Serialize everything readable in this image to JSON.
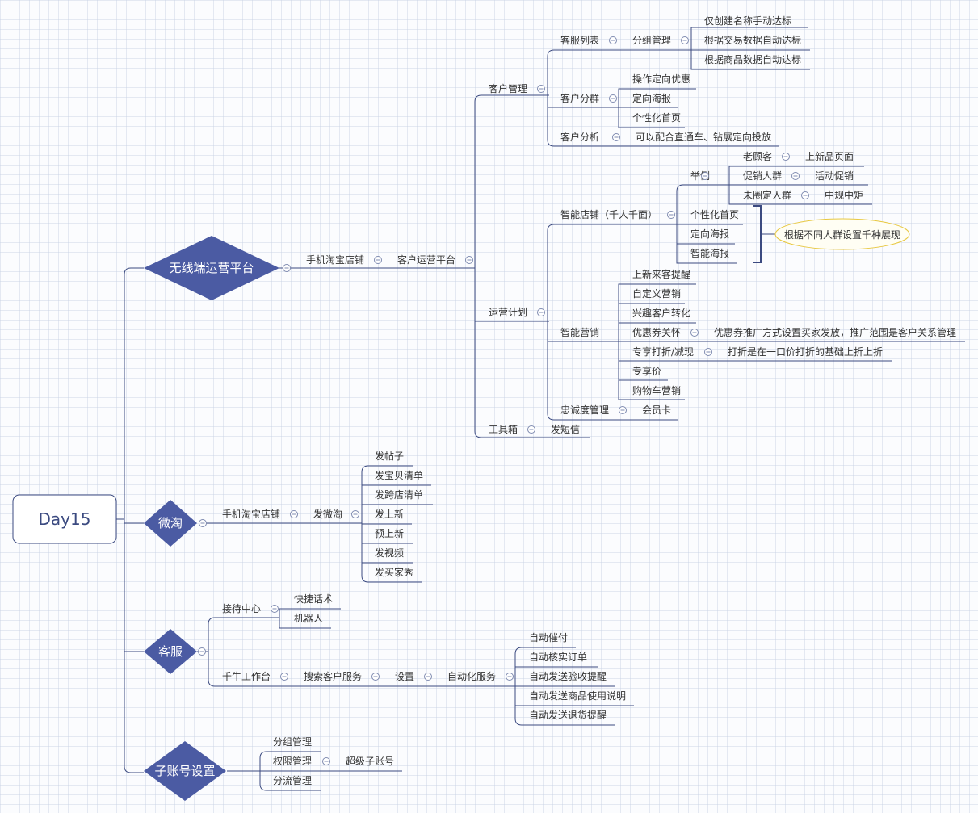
{
  "root": "Day15",
  "main": {
    "wireless": "无线端运营平台",
    "weitao": "微淘",
    "kefu": "客服",
    "subaccount": "子账号设置"
  },
  "labels": {
    "mobile_shop": "手机淘宝店铺",
    "customer_platform": "客户运营平台",
    "customer_mgmt": "客户管理",
    "customer_list": "客服列表",
    "group_mgmt": "分组管理",
    "only_create_name": "仅创建名称手动达标",
    "by_trade_data": "根据交易数据自动达标",
    "by_goods_data": "根据商品数据自动达标",
    "customer_segment": "客户分群",
    "targeted_discount": "操作定向优惠",
    "targeted_poster": "定向海报",
    "personal_home": "个性化首页",
    "customer_analysis": "客户分析",
    "ztc_note": "可以配合直通车、钻展定向投放",
    "ops_plan": "运营计划",
    "smart_shop": "智能店铺（千人千面）",
    "example": "举例",
    "old_customer": "老顾客",
    "new_product_page": "上新品页面",
    "promo_group": "促销人群",
    "activity_promo": "活动促销",
    "undefined_group": "未圈定人群",
    "moderate": "中规中矩",
    "smart_poster": "智能海报",
    "callout": "根据不同人群设置千种展现",
    "smart_marketing": "智能营销",
    "new_visitor": "上新来客提醒",
    "custom_marketing": "自定义营销",
    "interest_convert": "兴趣客户转化",
    "coupon_care": "优惠券关怀",
    "coupon_note": "优惠券推广方式设置买家发放，推广范围是客户关系管理",
    "exclusive_discount": "专享打折/减现",
    "discount_note": "打折是在一口价打折的基础上折上折",
    "exclusive_price": "专享价",
    "cart_marketing": "购物车营销",
    "loyalty": "忠诚度管理",
    "member_card": "会员卡",
    "toolbox": "工具箱",
    "send_sms": "发短信",
    "mobile_shop2": "手机淘宝店铺",
    "post_weitao": "发微淘",
    "post_topic": "发帖子",
    "post_item_list": "发宝贝清单",
    "post_cross_list": "发跨店清单",
    "post_new": "发上新",
    "pre_new": "预上新",
    "post_video": "发视频",
    "post_buyer_show": "发买家秀",
    "reception": "接待中心",
    "quick_phrases": "快捷话术",
    "robot": "机器人",
    "qianniu": "千牛工作台",
    "search_service": "搜索客户服务",
    "settings": "设置",
    "auto_service": "自动化服务",
    "auto_urge_pay": "自动催付",
    "auto_verify_order": "自动核实订单",
    "auto_receipt_reminder": "自动发送验收提醒",
    "auto_usage_guide": "自动发送商品使用说明",
    "auto_refund_reminder": "自动发送退货提醒",
    "sub_group_mgmt": "分组管理",
    "perm_mgmt": "权限管理",
    "super_sub_account": "超级子账号",
    "flow_mgmt": "分流管理"
  },
  "colors": {
    "main_fill": "#4b5ba3",
    "line": "#3b4a80",
    "root_border": "#3b4a80",
    "callout_border": "#e8c840",
    "text": "#333333"
  }
}
